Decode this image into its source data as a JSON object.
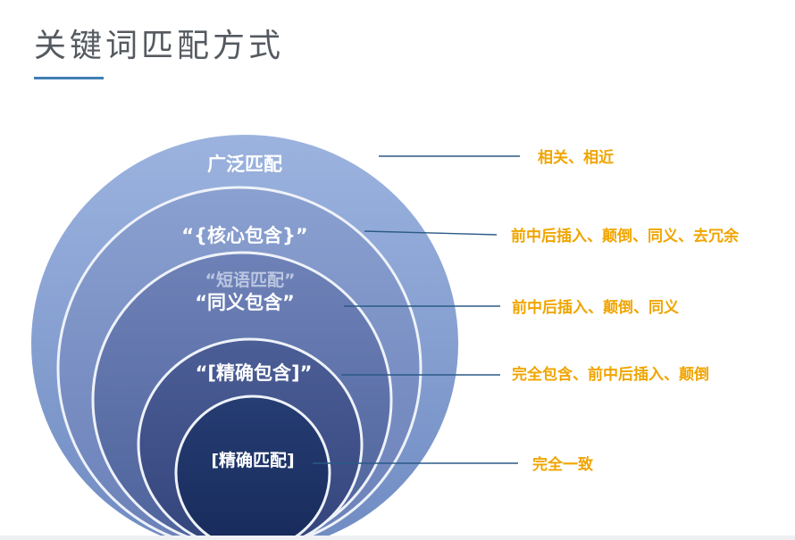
{
  "title": "关键词匹配方式",
  "colors": {
    "title": "#555a60",
    "underline": "#3f7fb3",
    "description": "#f0a500",
    "leader_line": "#2b5a86",
    "ring_broad": "#8da6d5",
    "ring_core": "#7a93c6",
    "ring_synonym": "#5d72aa",
    "ring_precise_contain": "#3e5089",
    "ring_exact": "#1d3265",
    "ring_stroke": "#eef2f9"
  },
  "levels": [
    {
      "label": "广泛匹配",
      "description": "相关、相近"
    },
    {
      "label": "“{核心包含}”",
      "description": "前中后插入、颠倒、同义、去冗余"
    },
    {
      "label": "“同义包含”",
      "description": "前中后插入、颠倒、同义"
    },
    {
      "label": "“[精确包含]”",
      "description": "完全包含、前中后插入、颠倒"
    },
    {
      "label": "[精确匹配]",
      "description": "完全一致"
    }
  ],
  "ghost_label": "“短语匹配”"
}
